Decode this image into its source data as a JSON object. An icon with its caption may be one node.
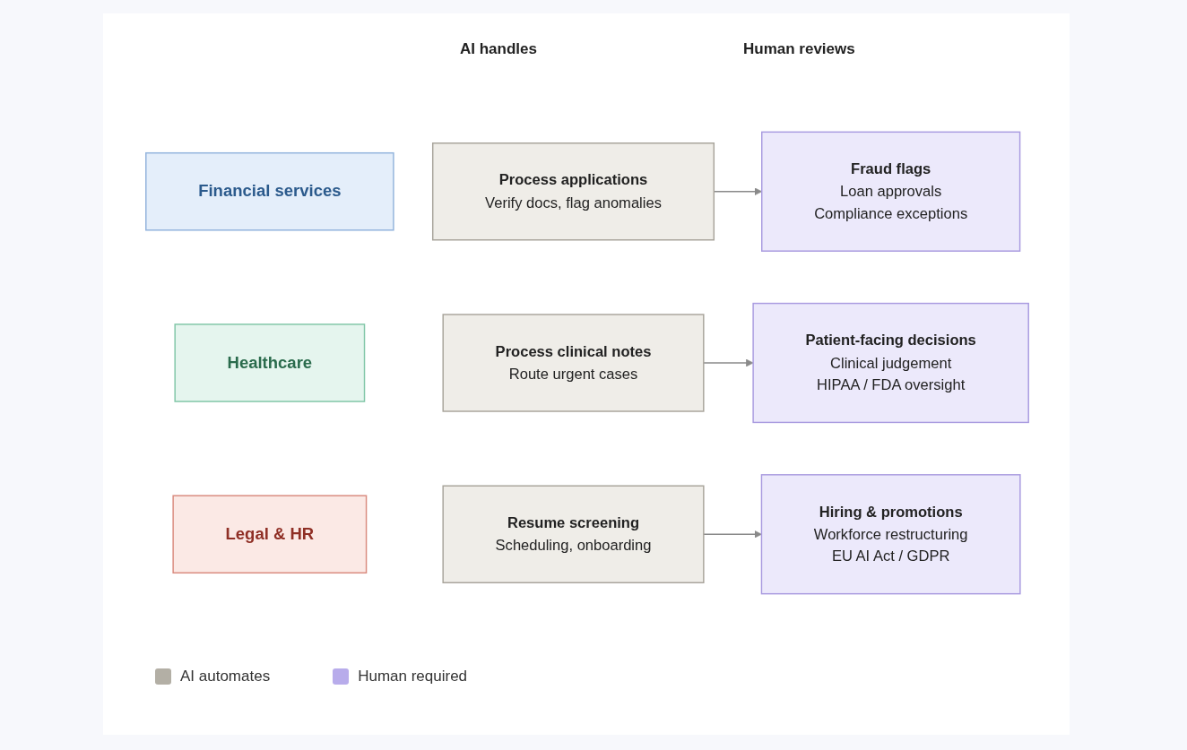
{
  "diagram": {
    "nodes": [
      {
        "text": [
          "Financial services"
        ]
      },
      {
        "text": [
          "Process applications",
          "Verify docs, flag anomalies"
        ]
      },
      {
        "text": [
          "Fraud flags",
          "Loan approvals",
          "Compliance exceptions"
        ]
      },
      {
        "text": [
          "Healthcare"
        ]
      },
      {
        "text": [
          "Process clinical notes",
          "Route urgent cases"
        ]
      },
      {
        "text": [
          "Patient-facing decisions",
          "Clinical judgement",
          "HIPAA / FDA oversight"
        ]
      },
      {
        "text": [
          "Legal & HR"
        ]
      },
      {
        "text": [
          "Resume screening",
          "Scheduling, onboarding"
        ]
      },
      {
        "text": [
          "Hiring & promotions",
          "Workforce restructuring",
          "EU AI Act / GDPR"
        ]
      }
    ],
    "edges": [
      {
        "from": 1,
        "to": 2,
        "arrow": "to"
      },
      {
        "from": 4,
        "to": 5,
        "arrow": "to"
      },
      {
        "from": 7,
        "to": 8,
        "arrow": "to"
      }
    ],
    "labels": [
      "AI handles",
      "Human reviews"
    ],
    "legend": [
      {
        "text": "AI automates",
        "color": "#b3afa5"
      },
      {
        "text": "Human required",
        "color": "#b8aceb"
      }
    ]
  }
}
